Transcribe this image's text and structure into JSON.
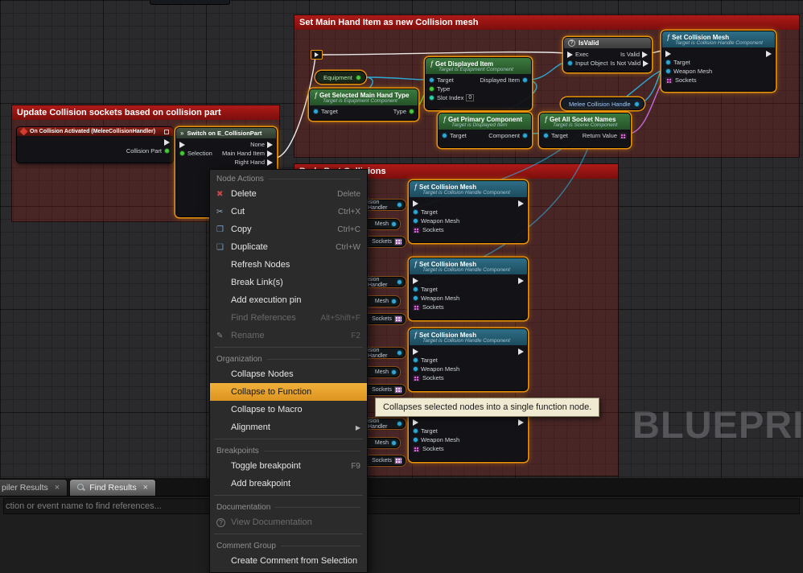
{
  "canvas": {
    "watermark": "BLUEPRI"
  },
  "comments": {
    "update_collision": {
      "title": "Update Collision sockets based on collision part"
    },
    "set_main_hand": {
      "title": "Set Main Hand Item as new Collision mesh"
    },
    "body_part": {
      "title": "Body Part Collisions"
    }
  },
  "nodes": {
    "fn_glyph": "ƒ",
    "on_collision_activated": {
      "title": "On Collision Activated (MeleeCollisionHandler)",
      "pin_collision_part": "Collision Part"
    },
    "switch_collision_part": {
      "title": "Switch on E_CollisionPart",
      "icon": "»",
      "pin_selection": "Selection",
      "pin_none": "None",
      "pin_main_hand_item": "Main Hand Item",
      "pin_right_hand": "Right Hand"
    },
    "equipment": {
      "label": "Equipment"
    },
    "get_displayed_item": {
      "title": "Get Displayed Item",
      "subtitle": "Target is Equipment Component",
      "pin_target": "Target",
      "pin_type": "Type",
      "pin_slot_index": "Slot Index",
      "slot_index_value": "0",
      "pin_displayed_item": "Displayed Item"
    },
    "get_selected_main_hand_type": {
      "title": "Get Selected Main Hand Type",
      "subtitle": "Target is Equipment Component",
      "pin_target": "Target",
      "pin_type": "Type"
    },
    "is_valid": {
      "badge": "?",
      "title": "IsValid",
      "pin_exec": "Exec",
      "pin_input_object": "Input Object",
      "pin_is_valid": "Is Valid",
      "pin_is_not_valid": "Is Not Valid"
    },
    "set_collision_mesh": {
      "title": "Set Collision Mesh",
      "subtitle": "Target is Collision Handle Component",
      "pin_target": "Target",
      "pin_weapon_mesh": "Weapon Mesh",
      "pin_sockets": "Sockets"
    },
    "melee_collision_handle": {
      "label": "Melee Collision Handle"
    },
    "get_primary_component": {
      "title": "Get Primary Component",
      "subtitle": "Target is Displayed Item",
      "pin_target": "Target",
      "pin_component": "Component"
    },
    "get_all_socket_names": {
      "title": "Get All Socket Names",
      "subtitle": "Target is Scene Component",
      "pin_target": "Target",
      "pin_return_value": "Return Value"
    },
    "fragments": {
      "handler": "ision Handler",
      "mesh": "Mesh",
      "sockets": "Sockets"
    }
  },
  "context_menu": {
    "sections": [
      {
        "title": "Node Actions",
        "items": [
          {
            "label": "Delete",
            "shortcut": "Delete",
            "icon": "✖"
          },
          {
            "label": "Cut",
            "shortcut": "Ctrl+X",
            "icon": "✂"
          },
          {
            "label": "Copy",
            "shortcut": "Ctrl+C",
            "icon": "❐"
          },
          {
            "label": "Duplicate",
            "shortcut": "Ctrl+W",
            "icon": "❏"
          },
          {
            "label": "Refresh Nodes"
          },
          {
            "label": "Break Link(s)"
          },
          {
            "label": "Add execution pin"
          },
          {
            "label": "Find References",
            "shortcut": "Alt+Shift+F"
          },
          {
            "label": "Rename",
            "shortcut": "F2",
            "icon": "✎"
          }
        ]
      },
      {
        "title": "Organization",
        "items": [
          {
            "label": "Collapse Nodes"
          },
          {
            "label": "Collapse to Function"
          },
          {
            "label": "Collapse to Macro"
          },
          {
            "label": "Alignment",
            "submenu_arrow": "▶"
          }
        ]
      },
      {
        "title": "Breakpoints",
        "items": [
          {
            "label": "Toggle breakpoint",
            "shortcut": "F9"
          },
          {
            "label": "Add breakpoint"
          }
        ]
      },
      {
        "title": "Documentation",
        "items": [
          {
            "label": "View Documentation",
            "icon": "?"
          }
        ]
      },
      {
        "title": "Comment Group",
        "items": [
          {
            "label": "Create Comment from Selection"
          }
        ]
      }
    ]
  },
  "tooltip": {
    "text": "Collapses selected nodes into a single function node."
  },
  "bottom_panel": {
    "tabs": [
      {
        "label": "piler Results",
        "close": "×"
      },
      {
        "label": "Find Results",
        "close": "×"
      }
    ],
    "search_placeholder": "ction or event name to find references..."
  }
}
